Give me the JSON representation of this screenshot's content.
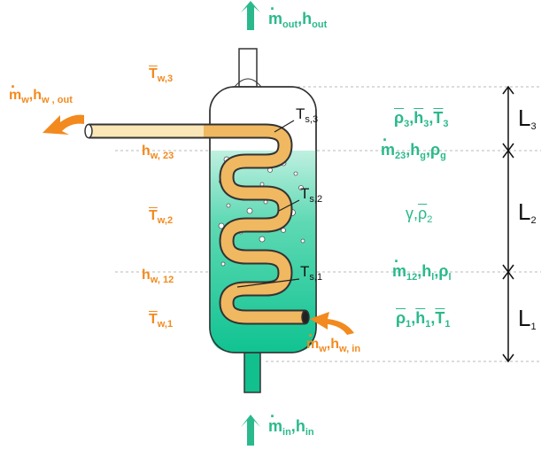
{
  "colors": {
    "orange": "#f28a1f",
    "green": "#2ab98c",
    "vessel_green": "#18c79a",
    "tube": "#f0b860"
  },
  "labels": {
    "m_out": "m",
    "m_out_sub": "out",
    "h_out": "h",
    "h_out_sub": "out",
    "m_in": "m",
    "m_in_sub": "in",
    "h_in": "h",
    "h_in_sub": "in",
    "mw_out": "m",
    "mw_out_sub": "w",
    "hw_out": "h",
    "hw_out_sub": "w , out",
    "mw_in": "m",
    "mw_in_sub": "w",
    "hw_in": "h",
    "hw_in_sub": "w, in",
    "Tw3": "T",
    "Tw3_sub": "w,3",
    "hw23": "h",
    "hw23_sub": "w, 23",
    "Tw2": "T",
    "Tw2_sub": "w,2",
    "hw12": "h",
    "hw12_sub": "w, 12",
    "Tw1": "T",
    "Tw1_sub": "w,1",
    "Ts3": "T",
    "Ts3_sub": "s,3",
    "Ts2": "T",
    "Ts2_sub": "s,2",
    "Ts1": "T",
    "Ts1_sub": "s,1",
    "rho3": "ρ",
    "rho3_sub": "3",
    "h3": "h",
    "h3_sub": "3",
    "T3": "T",
    "T3_sub": "3",
    "m23": "m",
    "m23_sub": "23",
    "hg": "h",
    "hg_sub": "g",
    "rhog": "ρ",
    "rhog_sub": "g",
    "gamma": "γ",
    "rho2": "ρ",
    "rho2_sub": "2",
    "m12": "m",
    "m12_sub": "12",
    "hl": "h",
    "hl_sub": "l",
    "rhol": "ρ",
    "rhol_sub": "l",
    "rho1": "ρ",
    "rho1_sub": "1",
    "h1": "h",
    "h1_sub": "1",
    "T1": "T",
    "T1_sub": "1",
    "L3": "L",
    "L3_sub": "3",
    "L2": "L",
    "L2_sub": "2",
    "L1": "L",
    "L1_sub": "1",
    "comma": ","
  }
}
